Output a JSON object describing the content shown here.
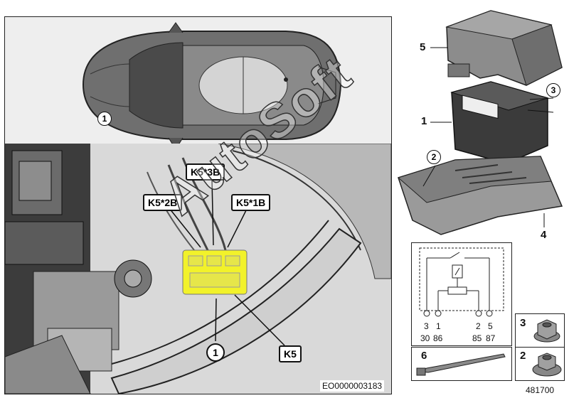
{
  "main_view": {
    "car_marker": "1",
    "callouts": {
      "k5_3b": "K5*3B",
      "k5_2b": "K5*2B",
      "k5_1b": "K5*1B",
      "k5": "K5",
      "marker": "1"
    },
    "reference_code": "EO0000003183"
  },
  "watermark": "AutoSoft",
  "parts": {
    "cover": "5",
    "relay": "1",
    "relay_circle": "3",
    "holder_circle": "2",
    "holder": "4"
  },
  "schematic": {
    "pins_top": [
      "3",
      "1",
      "2",
      "5"
    ],
    "pins_bottom": [
      "30",
      "86",
      "85",
      "87"
    ]
  },
  "hardware": {
    "nut_3": "3",
    "nut_2": "2",
    "strap_6": "6"
  },
  "diagram_number": "481700",
  "colors": {
    "highlight": "#f2f22a",
    "border": "#222222"
  }
}
